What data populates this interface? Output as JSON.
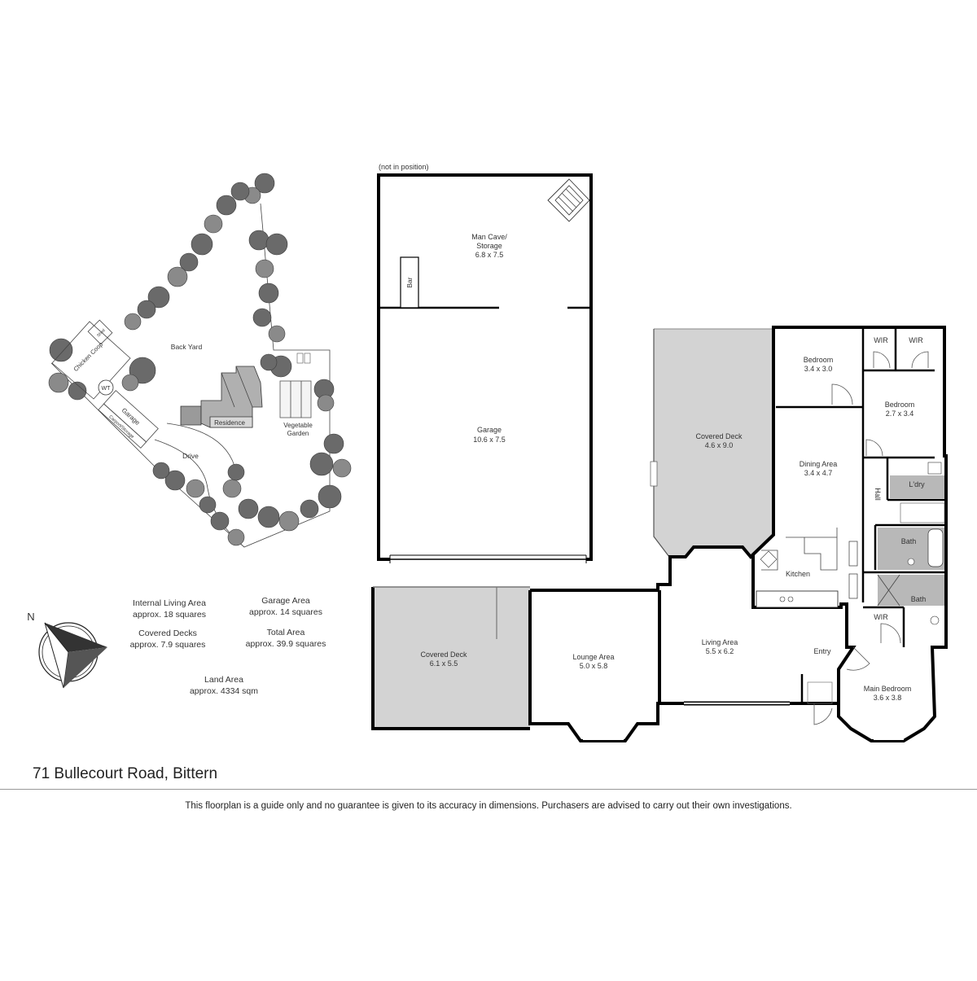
{
  "address": "71 Bullecourt Road, Bittern",
  "disclaimer": "This floorplan is a guide only and no guarantee is given to its accuracy in dimensions.  Purchasers are advised to carry out their own investigations.",
  "compass": {
    "label": "N"
  },
  "site_plan": {
    "labels": {
      "back_yard": "Back Yard",
      "chicken_coop": "Chicken Coop",
      "shed": "Shed",
      "residence": "Residence",
      "vegetable_garden_1": "Vegetable",
      "vegetable_garden_2": "Garden",
      "garage": "Garage",
      "carport": "Carport/Storage",
      "drive": "Drive",
      "water_tank": "WT"
    }
  },
  "areas": {
    "internal_living": {
      "label": "Internal Living Area",
      "value": "approx. 18 squares"
    },
    "covered_decks": {
      "label": "Covered Decks",
      "value": "approx. 7.9 squares"
    },
    "garage_area": {
      "label": "Garage Area",
      "value": "approx. 14 squares"
    },
    "total_area": {
      "label": "Total Area",
      "value": "approx. 39.9 squares"
    },
    "land_area": {
      "label": "Land Area",
      "value": "approx. 4334 sqm"
    }
  },
  "outbuilding": {
    "note": "(not in position)",
    "man_cave": {
      "name": "Man Cave/",
      "name2": "Storage",
      "dims": "6.8 x 7.5"
    },
    "bar": "Bar",
    "garage": {
      "name": "Garage",
      "dims": "10.6 x 7.5"
    }
  },
  "rooms": {
    "covered_deck_large": {
      "name": "Covered Deck",
      "dims": "4.6 x 9.0"
    },
    "covered_deck_small": {
      "name": "Covered Deck",
      "dims": "6.1 x 5.5"
    },
    "lounge": {
      "name": "Lounge Area",
      "dims": "5.0 x 5.8"
    },
    "living": {
      "name": "Living Area",
      "dims": "5.5 x 6.2"
    },
    "kitchen": {
      "name": "Kitchen"
    },
    "dining": {
      "name": "Dining Area",
      "dims": "3.4 x 4.7"
    },
    "bedroom1": {
      "name": "Bedroom",
      "dims": "3.4 x 3.0"
    },
    "bedroom2": {
      "name": "Bedroom",
      "dims": "2.7 x 3.4"
    },
    "wir1": "WIR",
    "wir2": "WIR",
    "wir3": "WIR",
    "laundry": "L'dry",
    "hall": "Hall",
    "bath1": "Bath",
    "bath2": "Bath",
    "entry": "Entry",
    "main_bedroom": {
      "name": "Main Bedroom",
      "dims": "3.6 x 3.8"
    }
  }
}
